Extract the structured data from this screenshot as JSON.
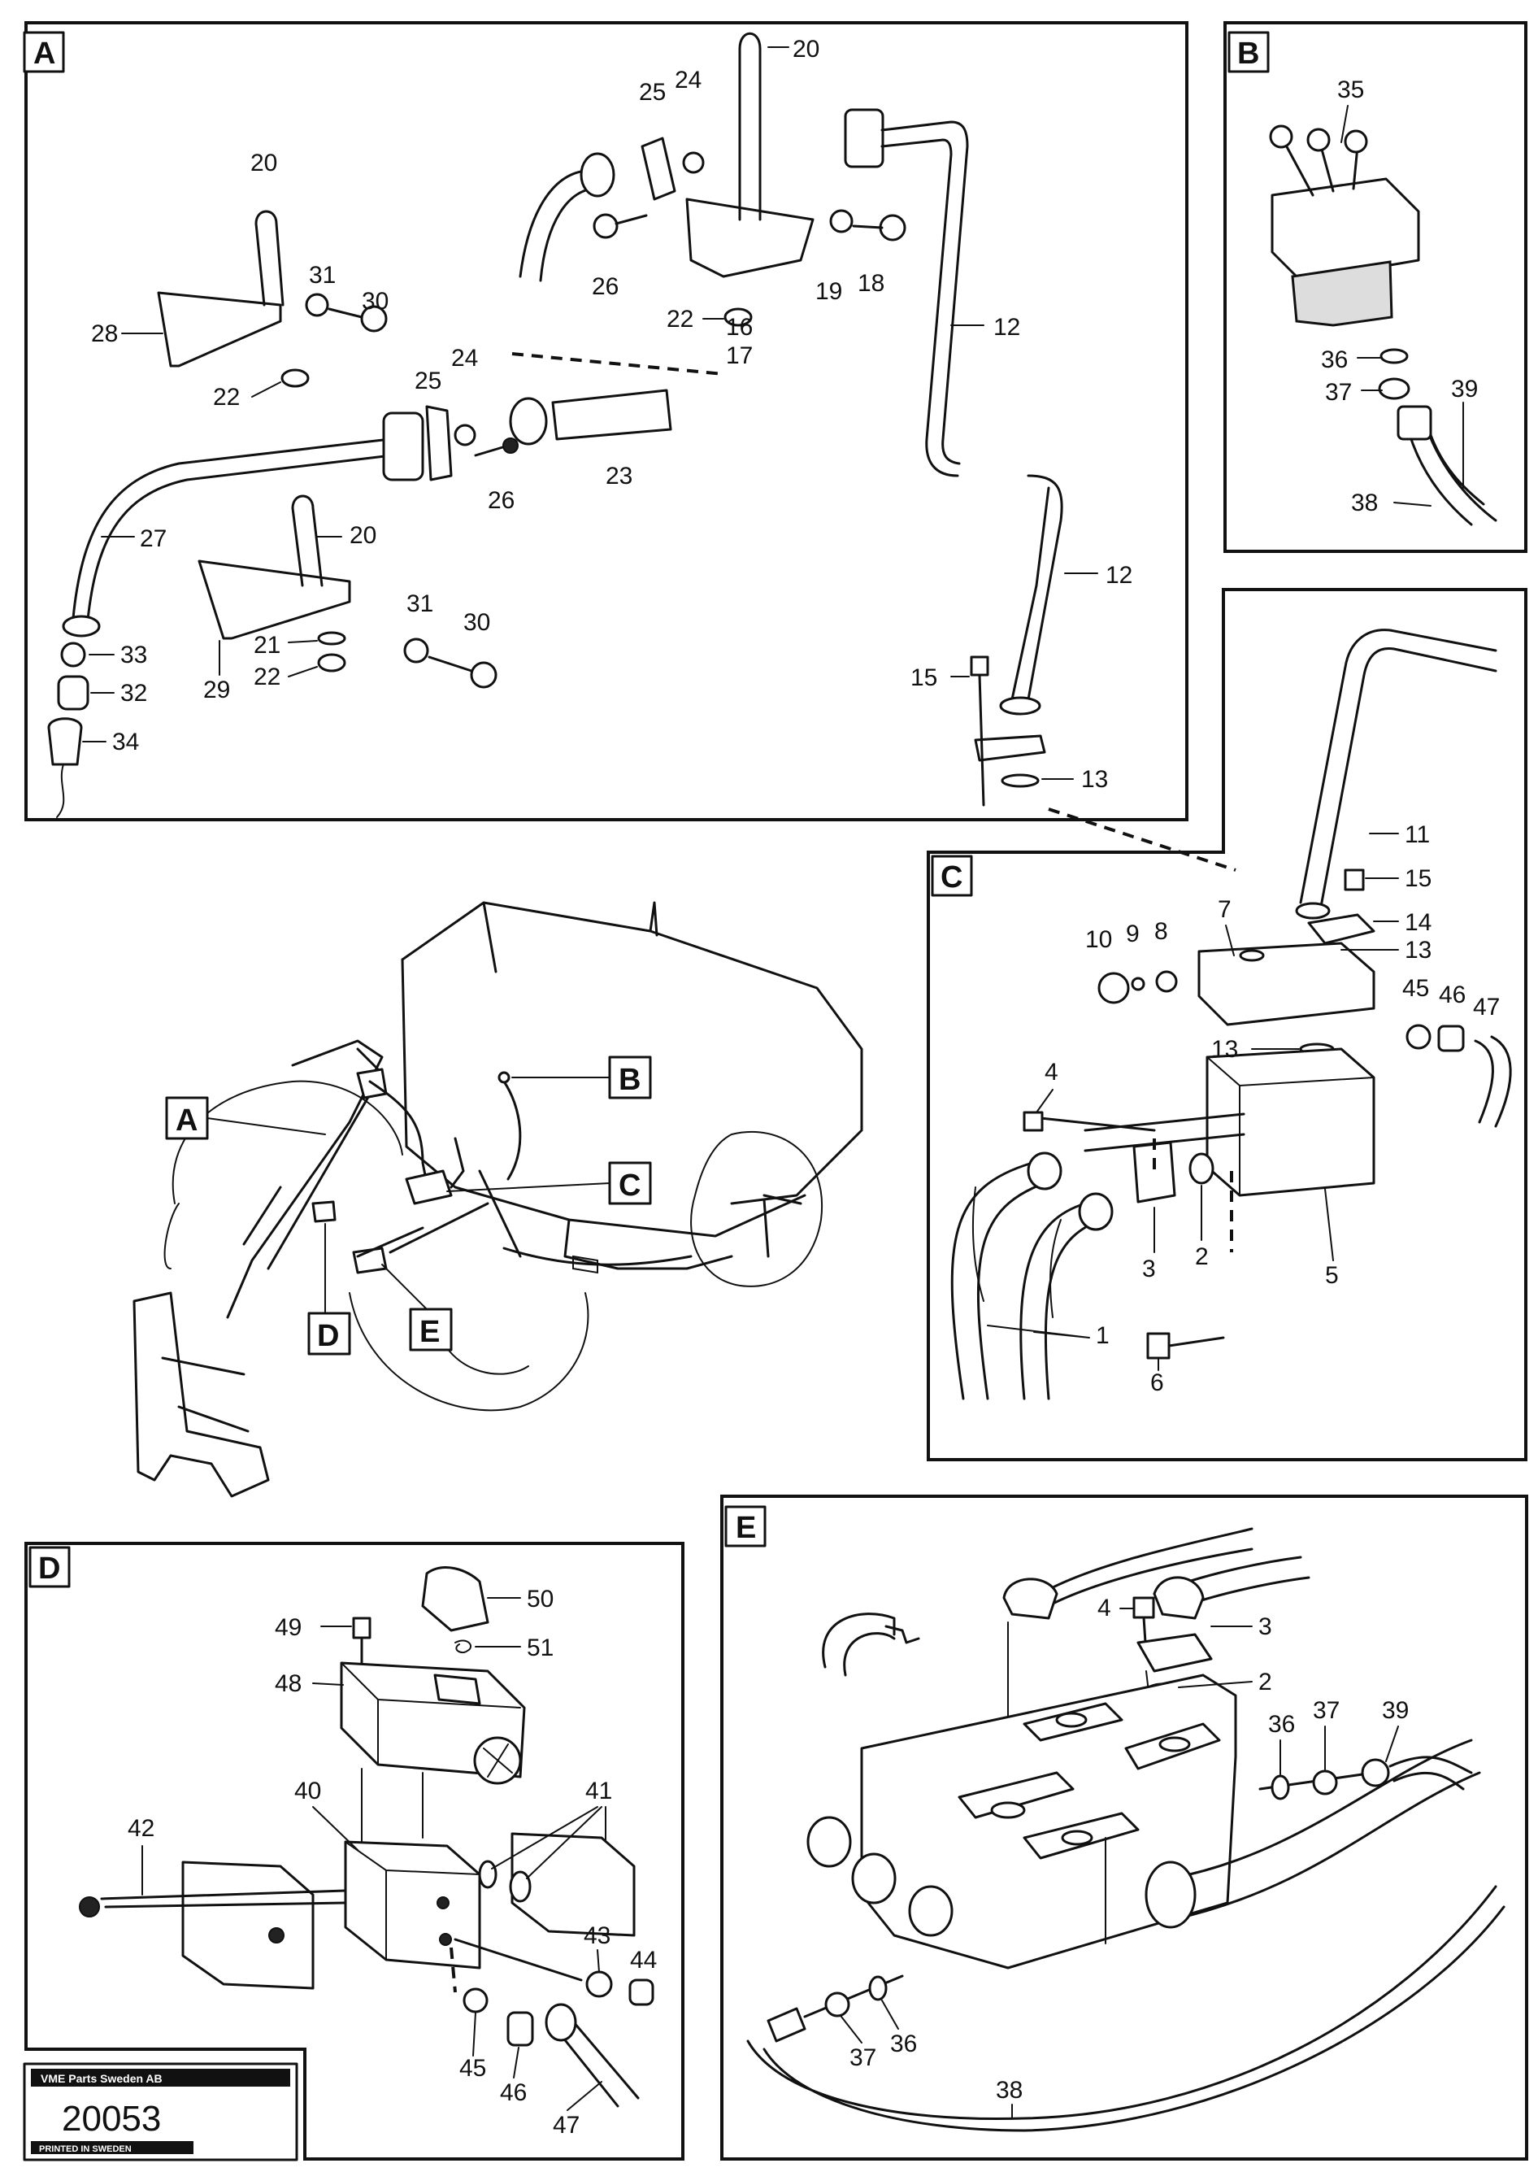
{
  "panels": [
    {
      "id": "A",
      "label": "A"
    },
    {
      "id": "B",
      "label": "B"
    },
    {
      "id": "C",
      "label": "C"
    },
    {
      "id": "D",
      "label": "D"
    },
    {
      "id": "E",
      "label": "E"
    }
  ],
  "overview_labels": {
    "A": "A",
    "B": "B",
    "C": "C",
    "D": "D",
    "E": "E"
  },
  "part_numbers": {
    "a_20_top": "20",
    "a_24_top": "24",
    "a_25_top": "25",
    "a_26_top": "26",
    "a_22_mid": "22",
    "a_16": "16",
    "a_17": "17",
    "a_19": "19",
    "a_18": "18",
    "a_12_top": "12",
    "a_12_bot": "12",
    "a_20_left": "20",
    "a_31_top": "31",
    "a_30_top": "30",
    "a_28": "28",
    "a_22_left": "22",
    "a_25_mid": "25",
    "a_24_mid": "24",
    "a_26_mid": "26",
    "a_23": "23",
    "a_27": "27",
    "a_20_low": "20",
    "a_31_low": "31",
    "a_30_low": "30",
    "a_21": "21",
    "a_22_low": "22",
    "a_29": "29",
    "a_33": "33",
    "a_32": "32",
    "a_34": "34",
    "a_15": "15",
    "a_13": "13",
    "b_35": "35",
    "b_36": "36",
    "b_37": "37",
    "b_39": "39",
    "b_38": "38",
    "c_11": "11",
    "c_15": "15",
    "c_14": "14",
    "c_13_top": "13",
    "c_7": "7",
    "c_10": "10",
    "c_9": "9",
    "c_8": "8",
    "c_45": "45",
    "c_46": "46",
    "c_47": "47",
    "c_13_mid": "13",
    "c_4": "4",
    "c_3": "3",
    "c_2": "2",
    "c_5": "5",
    "c_1": "1",
    "c_6": "6",
    "d_50": "50",
    "d_49": "49",
    "d_51": "51",
    "d_48": "48",
    "d_41": "41",
    "d_40": "40",
    "d_42": "42",
    "d_43": "43",
    "d_44": "44",
    "d_45": "45",
    "d_46": "46",
    "d_47": "47",
    "e_4": "4",
    "e_3": "3",
    "e_2": "2",
    "e_36_r": "36",
    "e_37_r": "37",
    "e_39": "39",
    "e_37_l": "37",
    "e_36_l": "36",
    "e_38": "38"
  },
  "title_block": {
    "company": "VME Parts Sweden AB",
    "drawing_number": "20053",
    "printed": "PRINTED IN SWEDEN"
  }
}
